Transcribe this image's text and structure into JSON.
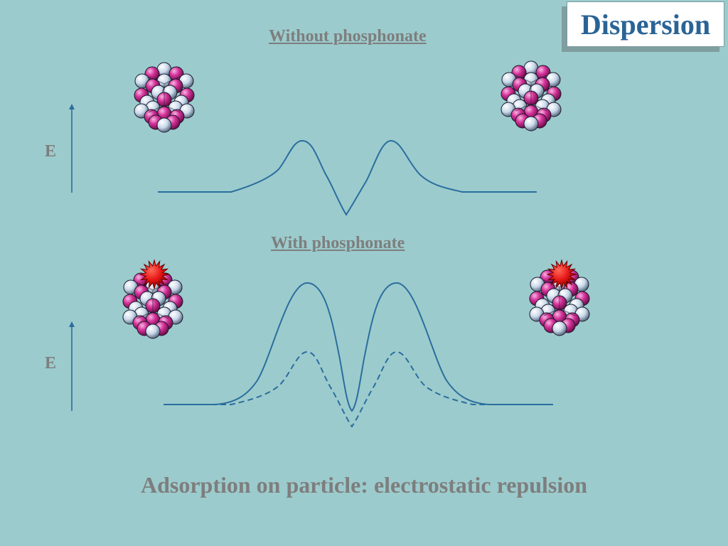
{
  "title": "Dispersion",
  "panels": {
    "top": {
      "label": "Without phosphonate",
      "axis_letter": "E",
      "curves": [
        "solid"
      ]
    },
    "bottom": {
      "label": "With phosphonate",
      "axis_letter": "E",
      "curves": [
        "solid",
        "dashed"
      ]
    }
  },
  "caption": "Adsorption on particle: electrostatic repulsion",
  "colors": {
    "background": "#9ccbcd",
    "curve": "#2a6e9e",
    "title": "#2a6496",
    "label": "#7e7e7e",
    "sphere_magenta": "#d6339b",
    "sphere_white": "#dde8f3",
    "adsorbate": "#e51515"
  },
  "icons": {
    "particle": "nanoparticle-cluster-icon",
    "adsorbate": "red-star-burst-icon"
  }
}
